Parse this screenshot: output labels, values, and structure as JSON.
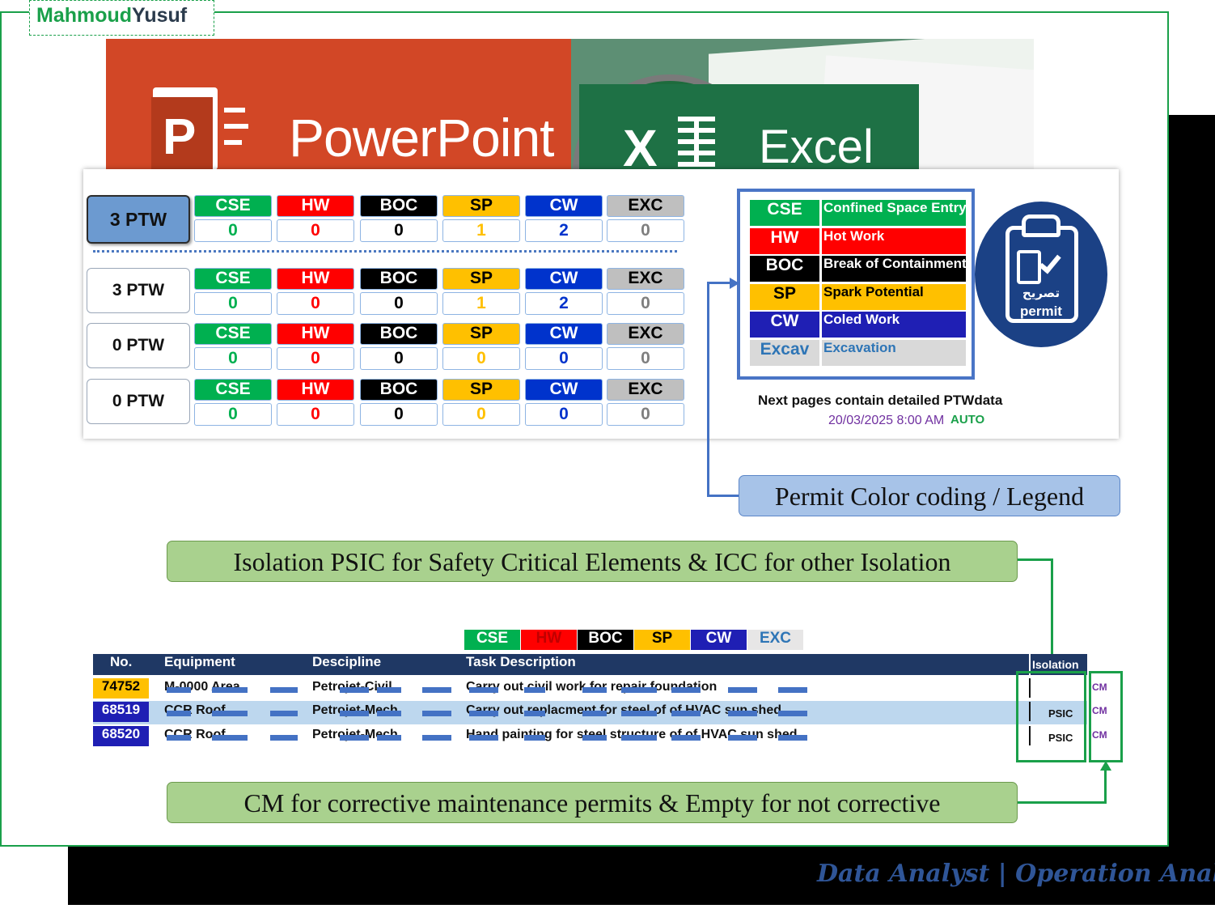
{
  "brand": {
    "first": "Mahmoud",
    "last": "Yusuf"
  },
  "banner": {
    "powerpoint": "PowerPoint",
    "ppt_letter": "P",
    "excel": "Excel",
    "excel_letter": "X"
  },
  "categories": [
    {
      "code": "CSE",
      "color": "#00b050",
      "value_color": "#00b050"
    },
    {
      "code": "HW",
      "color": "#ff0000",
      "value_color": "#ff0000"
    },
    {
      "code": "BOC",
      "color": "#000000",
      "value_color": "#000000"
    },
    {
      "code": "SP",
      "color": "#ffc000",
      "value_color": "#ffc000"
    },
    {
      "code": "CW",
      "color": "#0033cc",
      "value_color": "#0033cc"
    },
    {
      "code": "EXC",
      "color": "#bfbfbf",
      "value_color": "#7f7f7f"
    }
  ],
  "ptw_rows": [
    {
      "label": "3 PTW",
      "values": [
        "0",
        "0",
        "0",
        "1",
        "2",
        "0"
      ],
      "selected": true
    },
    {
      "label": "3 PTW",
      "values": [
        "0",
        "0",
        "0",
        "1",
        "2",
        "0"
      ],
      "selected": false
    },
    {
      "label": "0 PTW",
      "values": [
        "0",
        "0",
        "0",
        "0",
        "0",
        "0"
      ],
      "selected": false
    },
    {
      "label": "0 PTW",
      "values": [
        "0",
        "0",
        "0",
        "0",
        "0",
        "0"
      ],
      "selected": false
    }
  ],
  "legend": [
    {
      "code": "CSE",
      "text": "Confined Space Entry",
      "bg": "#00b050",
      "fg": "#ffffff"
    },
    {
      "code": "HW",
      "text": "Hot Work",
      "bg": "#ff0000",
      "fg": "#ffffff"
    },
    {
      "code": "BOC",
      "text": "Break of Containment",
      "bg": "#000000",
      "fg": "#ffffff"
    },
    {
      "code": "SP",
      "text": "Spark Potential",
      "bg": "#ffc000",
      "fg": "#000000"
    },
    {
      "code": "CW",
      "text": "Coled Work",
      "bg": "#1f1fb4",
      "fg": "#ffffff"
    },
    {
      "code": "Excav",
      "text": "Excavation",
      "bg": "#d9d9d9",
      "fg": "#2e75b6"
    }
  ],
  "permit_icon": {
    "arabic": "تصريح",
    "english": "permit"
  },
  "note": "Next pages contain detailed PTWdata",
  "timestamp": "20/03/2025 8:00 AM",
  "mode": "AUTO",
  "callouts": {
    "legend": "Permit Color coding / Legend",
    "isolation": "Isolation PSIC for Safety Critical Elements & ICC for other Isolation",
    "cm": "CM for corrective maintenance permits & Empty for not corrective"
  },
  "task_table": {
    "legend": [
      "CSE",
      "HW",
      "BOC",
      "SP",
      "CW",
      "EXC"
    ],
    "columns": {
      "no": "No.",
      "equipment": "Equipment",
      "discipline": "Descipline",
      "task": "Task Description",
      "isolation": "Isolation"
    },
    "rows": [
      {
        "no": "74752",
        "no_bg": "#ffc000",
        "no_fg": "#000000",
        "equipment": "M-0000 Area",
        "discipline": "Petrojet-Civil",
        "task": "Carry out civil work for repair foundation",
        "isolation": "",
        "cm": "CM",
        "highlight": false
      },
      {
        "no": "68519",
        "no_bg": "#1f1fb4",
        "no_fg": "#ffffff",
        "equipment": "CCR Roof",
        "discipline": "Petrojet-Mech",
        "task": "Carry out replacment for steel of of HVAC sun shed",
        "isolation": "PSIC",
        "cm": "CM",
        "highlight": true
      },
      {
        "no": "68520",
        "no_bg": "#1f1fb4",
        "no_fg": "#ffffff",
        "equipment": "CCR Roof",
        "discipline": "Petrojet-Mech",
        "task": "Hand painting for steel structure of of HVAC sun shed",
        "isolation": "PSIC",
        "cm": "CM",
        "highlight": false
      }
    ]
  },
  "footer": "Data Analyst | Operation Analysis"
}
